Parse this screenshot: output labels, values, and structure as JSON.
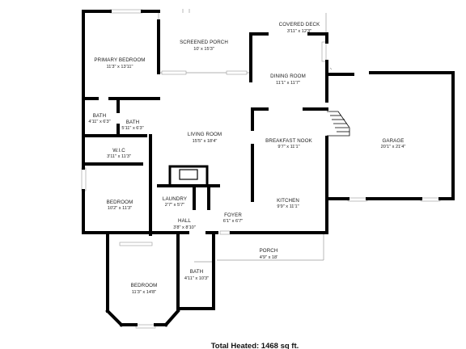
{
  "rooms": {
    "screened_porch": {
      "name": "SCREENED PORCH",
      "dim": "10' x 15'3\""
    },
    "covered_deck": {
      "name": "COVERED DECK",
      "dim": "3'11\" x 12'3\""
    },
    "primary_bedroom": {
      "name": "PRIMARY BEDROOM",
      "dim": "11'3\" x 13'11\""
    },
    "dining_room": {
      "name": "DINING ROOM",
      "dim": "11'1\" x 11'7\""
    },
    "bath_1": {
      "name": "BATH",
      "dim": "4'11\" x 6'3\""
    },
    "bath_2": {
      "name": "BATH",
      "dim": "5'11\" x 6'3\""
    },
    "living_room": {
      "name": "LIVING ROOM",
      "dim": "15'5\" x 18'4\""
    },
    "breakfast_nook": {
      "name": "BREAKFAST NOOK",
      "dim": "9'7\" x 11'1\""
    },
    "garage": {
      "name": "GARAGE",
      "dim": "20'1\" x 21'4\""
    },
    "wic": {
      "name": "W.I.C",
      "dim": "3'11\" x 11'3\""
    },
    "bedroom_1": {
      "name": "BEDROOM",
      "dim": "10'2\" x 11'3\""
    },
    "laundry": {
      "name": "LAUNDRY",
      "dim": "2'7\" x 5'7\""
    },
    "kitchen": {
      "name": "KITCHEN",
      "dim": "9'9\" x 11'1\""
    },
    "hall": {
      "name": "HALL",
      "dim": "3'8\" x 8'10\""
    },
    "foyer": {
      "name": "FOYER",
      "dim": "6'1\" x 6'7\""
    },
    "porch": {
      "name": "PORCH",
      "dim": "4'9\" x 18'"
    },
    "bath_3": {
      "name": "BATH",
      "dim": "4'11\" x 10'3\""
    },
    "bedroom_2": {
      "name": "BEDROOM",
      "dim": "11'3\" x 14'8\""
    }
  },
  "total": "Total Heated: 1468 sq ft."
}
